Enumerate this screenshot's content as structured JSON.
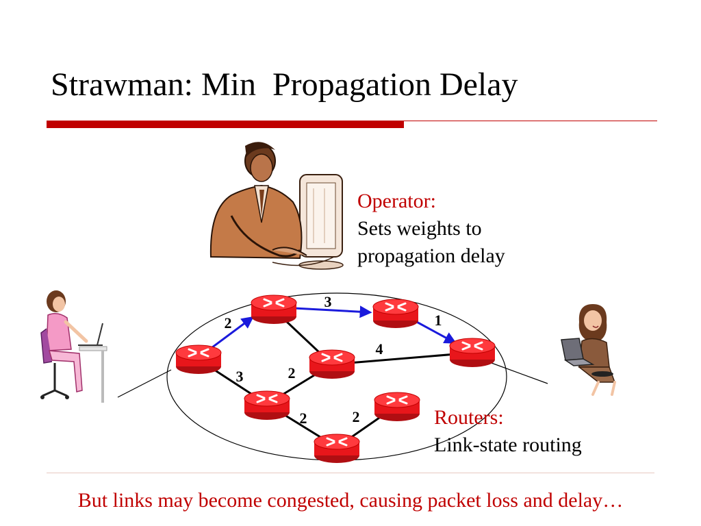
{
  "slide": {
    "title": "Strawman: Min  Propagation Delay",
    "bottom_caption": "But links may become congested, causing packet loss and delay…"
  },
  "operator": {
    "heading": "Operator:",
    "line1": "Sets weights to",
    "line2": "propagation delay"
  },
  "routers": {
    "heading": "Routers:",
    "line1": "Link-state routing"
  },
  "colors": {
    "accent": "#c00000",
    "router": "#e8161b",
    "path": "#1a1adc",
    "link": "#000000"
  },
  "network": {
    "weights": [
      "3",
      "1",
      "2",
      "4",
      "3",
      "2",
      "2",
      "2"
    ]
  }
}
